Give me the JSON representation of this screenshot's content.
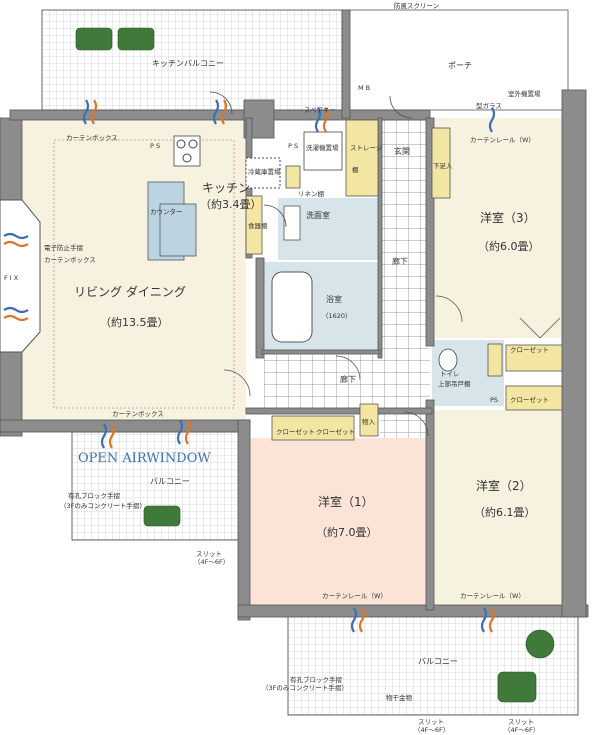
{
  "labels": {
    "windscreen": "防風スクリーン",
    "kitchen_balcony": "キッチンバルコニー",
    "porch": "ポーチ",
    "mb": "M B",
    "outdoor_unit": "室外機置場",
    "frosted_glass": "型ガラス",
    "spare_key": "スペアキー",
    "curtain_box_top": "カーテンボックス",
    "curtain_rail_r3": "カーテンレール（W）",
    "ps_kitchen": "P S",
    "ps_bath": "P S",
    "ps_toilet": "PS",
    "washer": "洗濯機置場",
    "storage": "ストレージ",
    "storage_shelf": "棚",
    "entrance": "玄関",
    "shoe_box": "下足入",
    "fridge": "冷蔵庫置場",
    "kitchen_name": "キッチン",
    "kitchen_area": "（約3.4畳）",
    "counter": "カウンター",
    "pantry": "食器棚",
    "linen": "リネン棚",
    "washroom": "洗面室",
    "corridor_upper": "廊下",
    "corridor_lower": "廊下",
    "r3_name": "洋室（3）",
    "r3_area": "（約6.0畳）",
    "living_name": "リビング ダイニング",
    "living_area": "（約13.5畳）",
    "bath_name": "浴室",
    "bath_size": "（1620）",
    "closet_r3a": "クローゼット",
    "closet_r3b": "クローゼット",
    "toilet": "トイレ",
    "upper_cabinet": "上部吊戸棚",
    "side_curtain": "カーテンボックス",
    "side_rail": "電子防止手摺",
    "fix": "F I X",
    "curtain_box_bottom": "カーテンボックス",
    "open_air": "OPEN AIRWINDOW",
    "balcony_left": "バルコニー",
    "handrail_note1": "有孔ブロック手摺",
    "handrail_note2": "（3Fのみコンクリート手摺）",
    "slit_left1": "スリット",
    "slit_left2": "（4F〜6F）",
    "closet_r1a": "クローゼット",
    "closet_r1b": "クローゼット",
    "storage_r1": "物入",
    "r1_name": "洋室（1）",
    "r1_area": "（約7.0畳）",
    "r2_name": "洋室（2）",
    "r2_area": "（約6.1畳）",
    "curtain_rail_r1": "カーテンレール（W）",
    "curtain_rail_r2": "カーテンレール（W）",
    "balcony_main": "バルコニー",
    "handrail_note3": "有孔ブロック手摺",
    "handrail_note4": "（3Fのみコンクリート手摺）",
    "drying_rod": "物干金物",
    "slit_bl1": "スリット",
    "slit_bl2": "（4F〜6F）",
    "slit_br1": "スリット",
    "slit_br2": "（4F〜6F）"
  },
  "colors": {
    "wall": "#8a8a8a",
    "wall_edge": "#555555",
    "living_floor": "#f6f2df",
    "room_floor": "#f6f2df",
    "r1_floor": "#fbe3d8",
    "wet_floor": "#d7e4ea",
    "tile_floor": "#ffffff",
    "balcony_bg": "#ffffff",
    "balcony_grid": "#b9b9b9",
    "shelf": "#f3e6a3",
    "accent_blue": "#3f6fb0",
    "accent_orange": "#d9772c"
  }
}
